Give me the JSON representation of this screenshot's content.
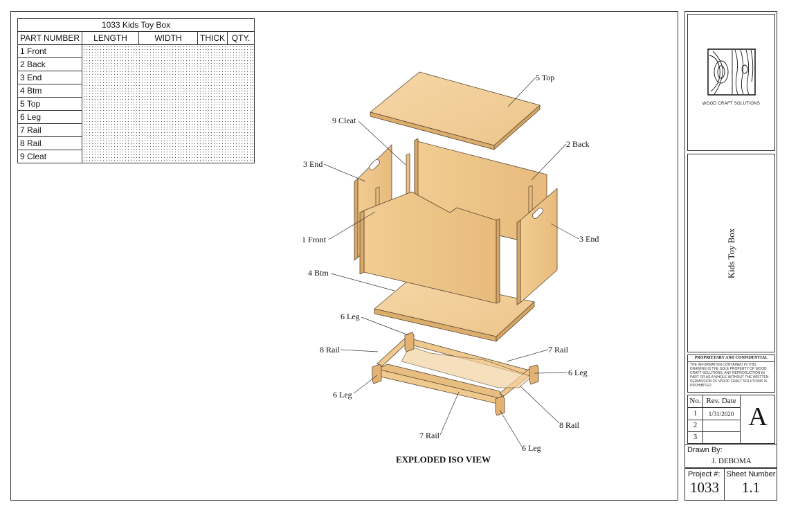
{
  "table": {
    "title": "1033 Kids Toy Box",
    "headers": [
      "PART NUMBER",
      "LENGTH",
      "WIDTH",
      "THICK",
      "QTY."
    ],
    "parts": [
      "1 Front",
      "2 Back",
      "3 End",
      "4 Btm",
      "5 Top",
      "6 Leg",
      "7 Rail",
      "8 Rail",
      "9 Cleat"
    ]
  },
  "drawing": {
    "caption": "EXPLODED ISO VIEW",
    "labels": {
      "top": "5 Top",
      "cleat": "9 Cleat",
      "back": "2 Back",
      "end_left": "3 End",
      "end_right": "3 End",
      "front": "1 Front",
      "btm": "4 Btm",
      "leg_top": "6 Leg",
      "rail8_left": "8 Rail",
      "rail7_right": "7 Rail",
      "leg_right": "6 Leg",
      "leg_left": "6 Leg",
      "rail8_right": "8 Rail",
      "rail7_bottom": "7 Rail",
      "leg_bottom": "6 Leg"
    },
    "wood_color": "#f3cf9a",
    "wood_edge": "#c99a5e"
  },
  "titleblock": {
    "logo_text": "WOOD CRAFT SOLUTIONS",
    "title": "Kids Toy Box",
    "proprietary_heading": "PROPRIETARY AND CONFIDENTIAL",
    "proprietary_text": "THE INFORMATION CONTAINED IN THIS DRAWING IS THE SOLE PROPERTY OF WOOD CRAFT SOLUTIONS. ANY REPRODUCTION IN PART OR AS A WHOLE WITHOUT THE WRITTEN PERMISSION OF WOOD CRAFT SOLUTIONS IS PROHIBITED.",
    "rev_no_header": "No.",
    "rev_date_header": "Rev. Date",
    "revisions": [
      {
        "no": "1",
        "date": "1/31/2020"
      },
      {
        "no": "2",
        "date": ""
      },
      {
        "no": "3",
        "date": ""
      }
    ],
    "size": "A",
    "drawn_by_label": "Drawn By:",
    "drawn_by": "J. DEBOMA",
    "project_label": "Project #:",
    "project": "1033",
    "sheet_label": "Sheet Number",
    "sheet": "1.1"
  }
}
